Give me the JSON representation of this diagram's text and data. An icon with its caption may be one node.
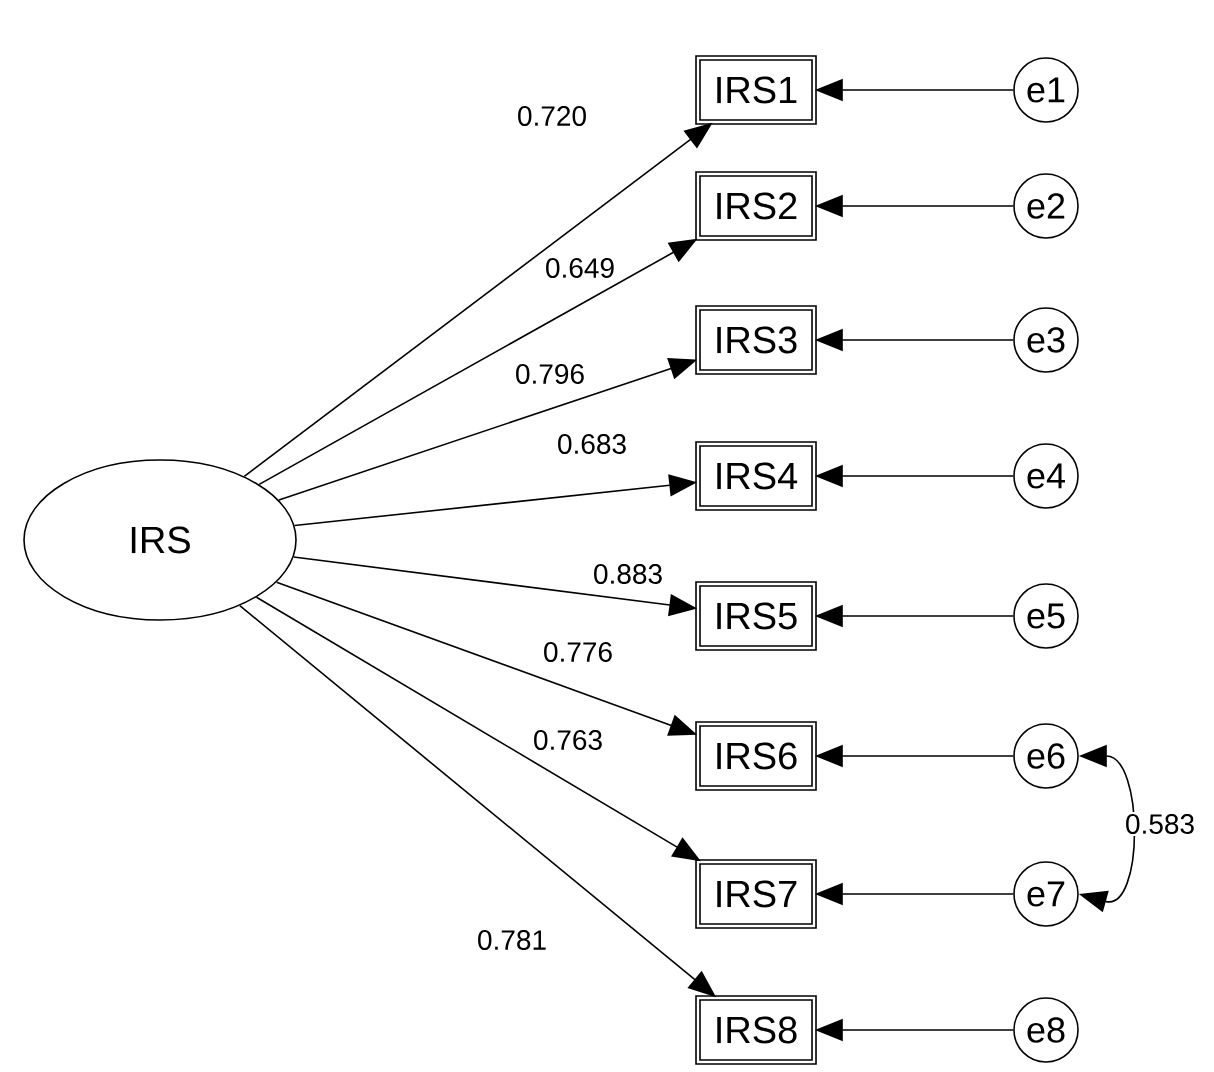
{
  "diagram": {
    "nodes": [
      {
        "text": [
          "IRS"
        ]
      },
      {
        "text": [
          "IRS1"
        ]
      },
      {
        "text": [
          "IRS2"
        ]
      },
      {
        "text": [
          "IRS3"
        ]
      },
      {
        "text": [
          "IRS4"
        ]
      },
      {
        "text": [
          "IRS5"
        ]
      },
      {
        "text": [
          "IRS6"
        ]
      },
      {
        "text": [
          "IRS7"
        ]
      },
      {
        "text": [
          "IRS8"
        ]
      },
      {
        "text": [
          "e1"
        ]
      },
      {
        "text": [
          "e2"
        ]
      },
      {
        "text": [
          "e3"
        ]
      },
      {
        "text": [
          "e4"
        ]
      },
      {
        "text": [
          "e5"
        ]
      },
      {
        "text": [
          "e6"
        ]
      },
      {
        "text": [
          "e7"
        ]
      },
      {
        "text": [
          "e8"
        ]
      }
    ],
    "edges": [
      {
        "from": 0,
        "to": 1,
        "arrow": "to",
        "label": "0.720"
      },
      {
        "from": 0,
        "to": 2,
        "arrow": "to",
        "label": "0.649"
      },
      {
        "from": 0,
        "to": 3,
        "arrow": "to",
        "label": "0.796"
      },
      {
        "from": 0,
        "to": 4,
        "arrow": "to",
        "label": "0.683"
      },
      {
        "from": 0,
        "to": 5,
        "arrow": "to",
        "label": "0.883"
      },
      {
        "from": 0,
        "to": 6,
        "arrow": "to",
        "label": "0.776"
      },
      {
        "from": 0,
        "to": 7,
        "arrow": "to",
        "label": "0.763"
      },
      {
        "from": 0,
        "to": 8,
        "arrow": "to",
        "label": "0.781"
      },
      {
        "from": 9,
        "to": 1,
        "arrow": "to"
      },
      {
        "from": 10,
        "to": 2,
        "arrow": "to"
      },
      {
        "from": 11,
        "to": 3,
        "arrow": "to"
      },
      {
        "from": 12,
        "to": 4,
        "arrow": "to"
      },
      {
        "from": 13,
        "to": 5,
        "arrow": "to"
      },
      {
        "from": 14,
        "to": 6,
        "arrow": "to"
      },
      {
        "from": 15,
        "to": 7,
        "arrow": "to"
      },
      {
        "from": 16,
        "to": 8,
        "arrow": "to"
      },
      {
        "from": 14,
        "to": 15,
        "arrow": "both",
        "label": "0.583"
      }
    ]
  }
}
